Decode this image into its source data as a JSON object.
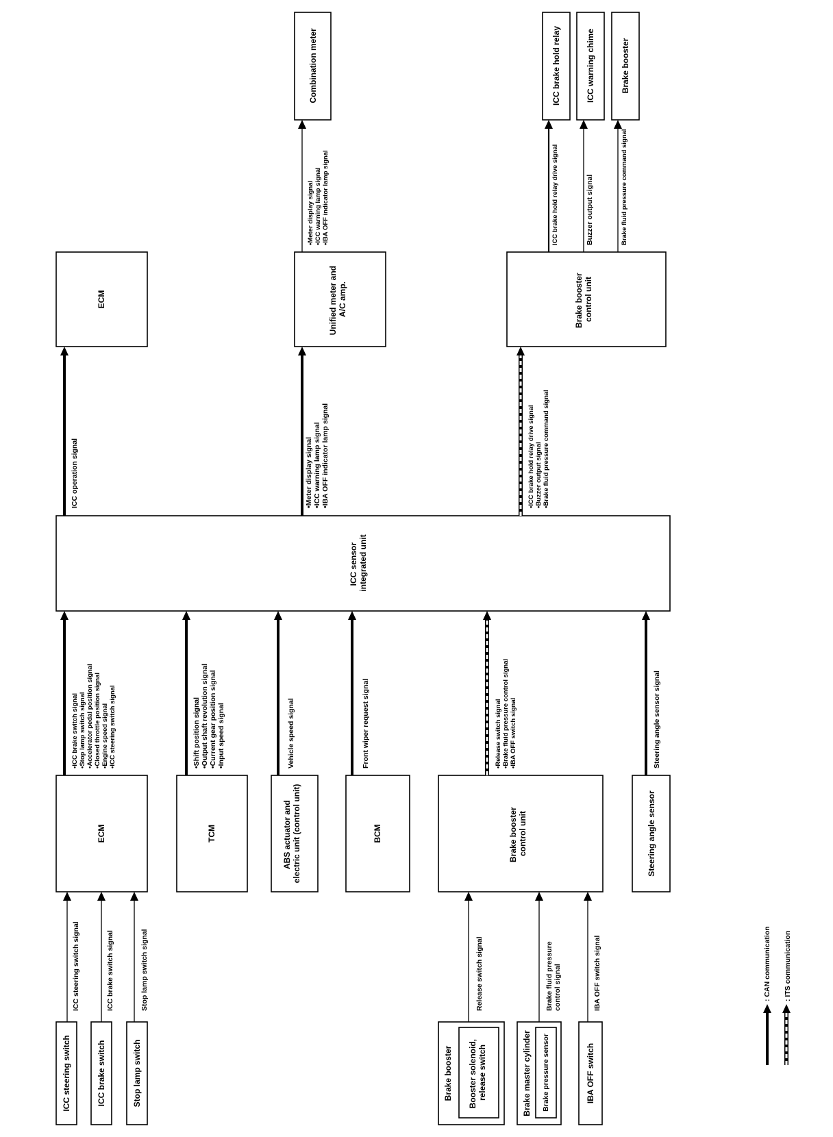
{
  "boxes": {
    "icc_sensor": [
      "ICC sensor",
      "integrated unit"
    ],
    "ecm_top": [
      "ECM"
    ],
    "unified_meter": [
      "Unified meter and",
      "A/C amp."
    ],
    "bbcu_top": [
      "Brake booster",
      "control unit"
    ],
    "combination_meter": [
      "Combination meter"
    ],
    "icc_brake_hold_relay": [
      "ICC brake hold relay"
    ],
    "icc_warning_chime": [
      "ICC warning chime"
    ],
    "brake_booster_out": [
      "Brake booster"
    ],
    "ecm_in": [
      "ECM"
    ],
    "tcm": [
      "TCM"
    ],
    "abs": [
      "ABS actuator and",
      "electric unit (control unit)"
    ],
    "bcm": [
      "BCM"
    ],
    "bbcu_in": [
      "Brake booster",
      "control unit"
    ],
    "steering_angle_sensor": [
      "Steering angle sensor"
    ],
    "icc_steering_switch": [
      "ICC steering switch"
    ],
    "icc_brake_switch": [
      "ICC brake switch"
    ],
    "stop_lamp_switch": [
      "Stop lamp switch"
    ],
    "brake_booster_in": [
      "Brake booster"
    ],
    "booster_solenoid": [
      "Booster solenoid,",
      "release switch"
    ],
    "brake_master_cylinder": [
      "Brake master cylinder"
    ],
    "brake_pressure_sensor": [
      "Brake pressure sensor"
    ],
    "iba_off_switch": [
      "IBA OFF switch"
    ]
  },
  "signals": {
    "icc_operation": [
      "ICC operation signal"
    ],
    "meter_from_icc": [
      "•Meter display signal",
      "•ICC warning lamp signal",
      "•IBA OFF indicator lamp signal"
    ],
    "bbcu_from_icc": [
      "•ICC brake hold relay drive signal",
      "•Buzzer output signal",
      "•Brake fluid pressure command signal"
    ],
    "meter_to_combination": [
      "•Meter display signal",
      "•ICC warning lamp signal",
      "•IBA OFF indicator lamp signal"
    ],
    "relay_drive": [
      "ICC brake hold relay drive signal"
    ],
    "buzzer_output": [
      "Buzzer output signal"
    ],
    "brake_fluid_command": [
      "Brake fluid pressure command signal"
    ],
    "ecm_to_icc": [
      "•ICC brake switch signal",
      "•Stop lamp switch signal",
      "•Accelerator pedal position signal",
      "•Closed throttle position signal",
      "•Engine speed signal",
      "•ICC steering switch signal"
    ],
    "tcm_to_icc": [
      "•Shift position signal",
      "•Output shaft revolution signal",
      "•Current gear position signal",
      "•Input speed signal"
    ],
    "vehicle_speed": [
      "Vehicle speed signal"
    ],
    "front_wiper": [
      "Front wiper request signal"
    ],
    "bbcu_to_icc": [
      "•Release switch signal",
      "•Brake fluid pressure control signal",
      "•IBA OFF switch signal"
    ],
    "steering_angle": [
      "Steering angle sensor signal"
    ],
    "icc_steering_sw": [
      "ICC steering switch signal"
    ],
    "icc_brake_sw": [
      "ICC brake switch signal"
    ],
    "stop_lamp_sw": [
      "Stop lamp switch signal"
    ],
    "release_sw": [
      "Release switch signal"
    ],
    "brake_fluid_ctrl": [
      "Brake fluid pressure",
      "control signal"
    ],
    "iba_off_sw": [
      "IBA OFF switch signal"
    ]
  },
  "legend": {
    "can": ": CAN communication",
    "its": ": ITS communication"
  }
}
